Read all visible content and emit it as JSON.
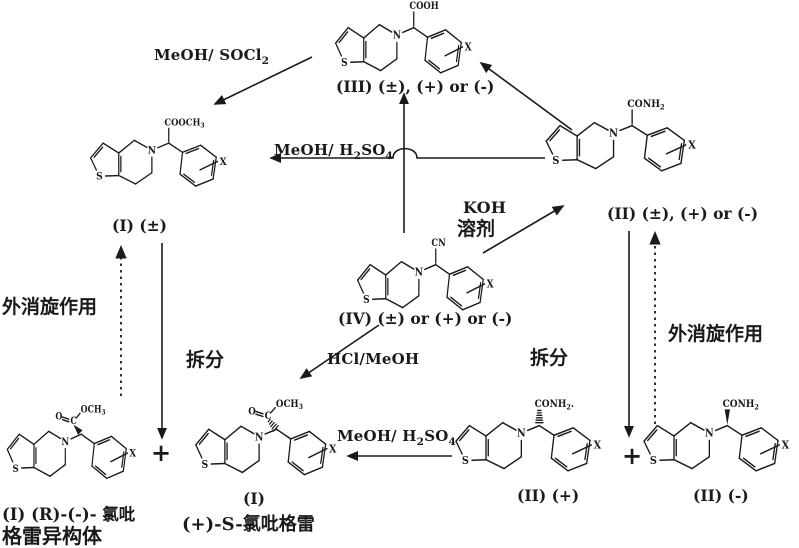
{
  "figure": {
    "description": "Reaction scheme for preparation and resolution of clopidogrel",
    "ink_color": "#1a1a1a",
    "background_color": "#ffffff"
  },
  "reagents": {
    "meoh_socl2": "MeOH/ SOCl₂",
    "meoh_h2so4_mid": "MeOH/ H₂SO₄",
    "koh": "KOH",
    "solvent": "溶剂",
    "hcl_meoh": "HCl/MeOH",
    "meoh_h2so4_bottom": "MeOH/ H₂SO₄"
  },
  "labels": {
    "racemization_left": "外消旋作用",
    "racemization_right": "外消旋作用",
    "resolution_left": "拆分",
    "resolution_right": "拆分",
    "plus_left": "+",
    "plus_right": "+"
  },
  "structures": [
    {
      "id": "III",
      "substituent": "COOH",
      "bond": "plain",
      "expanded": false,
      "s_label": "S",
      "n_label": "N",
      "x_label": "X",
      "captions": [
        "(III) (±), (+) or (-)"
      ]
    },
    {
      "id": "I-racemic",
      "substituent": "COOCH₃",
      "bond": "plain",
      "expanded": false,
      "s_label": "S",
      "n_label": "N",
      "x_label": "X",
      "captions": [
        "(I) (±)"
      ]
    },
    {
      "id": "II-racemic",
      "substituent": "CONH₂",
      "bond": "plain",
      "expanded": false,
      "s_label": "S",
      "n_label": "N",
      "x_label": "X",
      "captions": [
        "(II) (±), (+) or (-)"
      ]
    },
    {
      "id": "IV",
      "substituent": "CN",
      "bond": "plain",
      "expanded": false,
      "s_label": "S",
      "n_label": "N",
      "x_label": "X",
      "captions": [
        "(IV) (±) or (+) or (-)"
      ]
    },
    {
      "id": "I-R-isomer",
      "substituent": "",
      "bond": "bold",
      "expanded": true,
      "o_label": "O",
      "c_label": "C",
      "ome_label": "OCH₃",
      "s_label": "S",
      "n_label": "N",
      "x_label": "X",
      "captions": [
        "(I) (R)-(-)- 氯吡",
        "格雷异构体"
      ]
    },
    {
      "id": "I-S-clopidogrel",
      "substituent": "",
      "bond": "hash",
      "expanded": true,
      "o_label": "O",
      "c_label": "C",
      "ome_label": "OCH₃",
      "s_label": "S",
      "n_label": "N",
      "x_label": "X",
      "captions": [
        "(I)",
        "(+)-S-氯吡格雷"
      ]
    },
    {
      "id": "II-plus",
      "substituent": "CONH₂.",
      "bond": "hash",
      "expanded": false,
      "s_label": "S",
      "n_label": "N",
      "x_label": "X",
      "captions": [
        "(II) (+)"
      ]
    },
    {
      "id": "II-minus",
      "substituent": "CONH₂",
      "bond": "bold",
      "expanded": false,
      "s_label": "S",
      "n_label": "N",
      "x_label": "X",
      "captions": [
        "(II) (-)"
      ]
    }
  ]
}
